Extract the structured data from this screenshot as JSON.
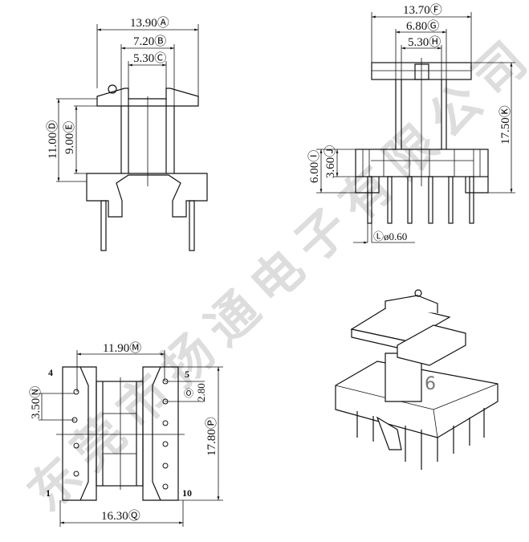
{
  "title": "Bobbin dimension drawing",
  "front_view": {
    "dim_a": "13.90Ⓐ",
    "dim_b": "7.20Ⓑ",
    "dim_c": "5.30Ⓒ",
    "dim_d": "11.00Ⓓ",
    "dim_e": "9.00Ⓔ"
  },
  "side_view": {
    "dim_f": "13.70Ⓕ",
    "dim_g": "6.80Ⓖ",
    "dim_h": "5.30Ⓗ",
    "dim_i": "6.00Ⓘ",
    "dim_j": "3.60Ⓙ",
    "dim_k": "17.50Ⓚ",
    "dim_l": "Ⓛø0.60"
  },
  "bottom_view": {
    "dim_m": "11.90Ⓜ",
    "dim_n": "3.50Ⓝ",
    "dim_o": "Ⓞ",
    "dim_o_value": "2.80",
    "dim_p": "17.80Ⓟ",
    "dim_q": "16.30Ⓠ",
    "pin_labels": [
      "4",
      "5",
      "1",
      "10"
    ]
  },
  "iso_view": {
    "label": "6"
  },
  "watermark": "东莞市扬通电子有限公司"
}
